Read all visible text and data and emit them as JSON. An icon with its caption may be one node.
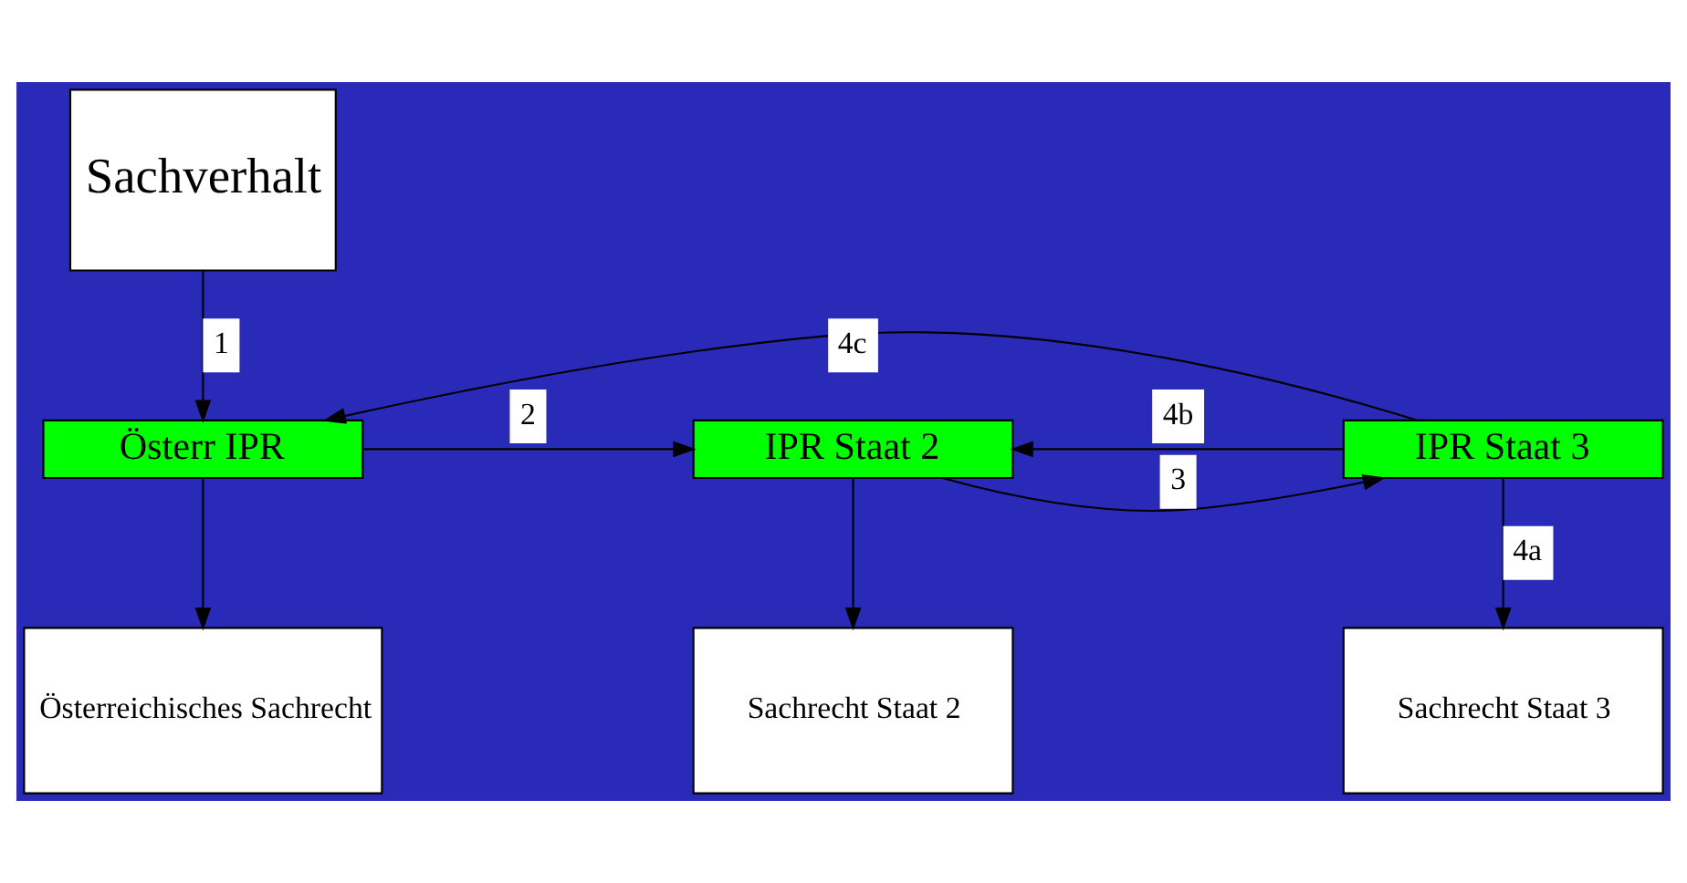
{
  "diagram": {
    "nodes": [
      {
        "text": [
          "Sachverhalt"
        ]
      },
      {
        "text": [
          "Österr IPR"
        ]
      },
      {
        "text": [
          "Österreichisches Sachrecht"
        ]
      },
      {
        "text": [
          "IPR Staat 2"
        ]
      },
      {
        "text": [
          "Sachrecht Staat 2"
        ]
      },
      {
        "text": [
          "IPR Staat 3"
        ]
      },
      {
        "text": [
          "Sachrecht Staat 3"
        ]
      }
    ],
    "edges": [
      {
        "from": 0,
        "to": 1,
        "arrow": "to",
        "label": "1"
      },
      {
        "from": 1,
        "to": 3,
        "arrow": "to",
        "label": "2"
      },
      {
        "from": 3,
        "to": 5,
        "arrow": "to",
        "label": "3"
      },
      {
        "from": 5,
        "to": 3,
        "arrow": "to",
        "label": "4b"
      },
      {
        "from": 5,
        "to": 1,
        "arrow": "to",
        "label": "4c"
      },
      {
        "from": 1,
        "to": 2,
        "arrow": "to"
      },
      {
        "from": 3,
        "to": 4,
        "arrow": "to"
      },
      {
        "from": 5,
        "to": 6,
        "arrow": "to",
        "label": "4a"
      }
    ]
  }
}
